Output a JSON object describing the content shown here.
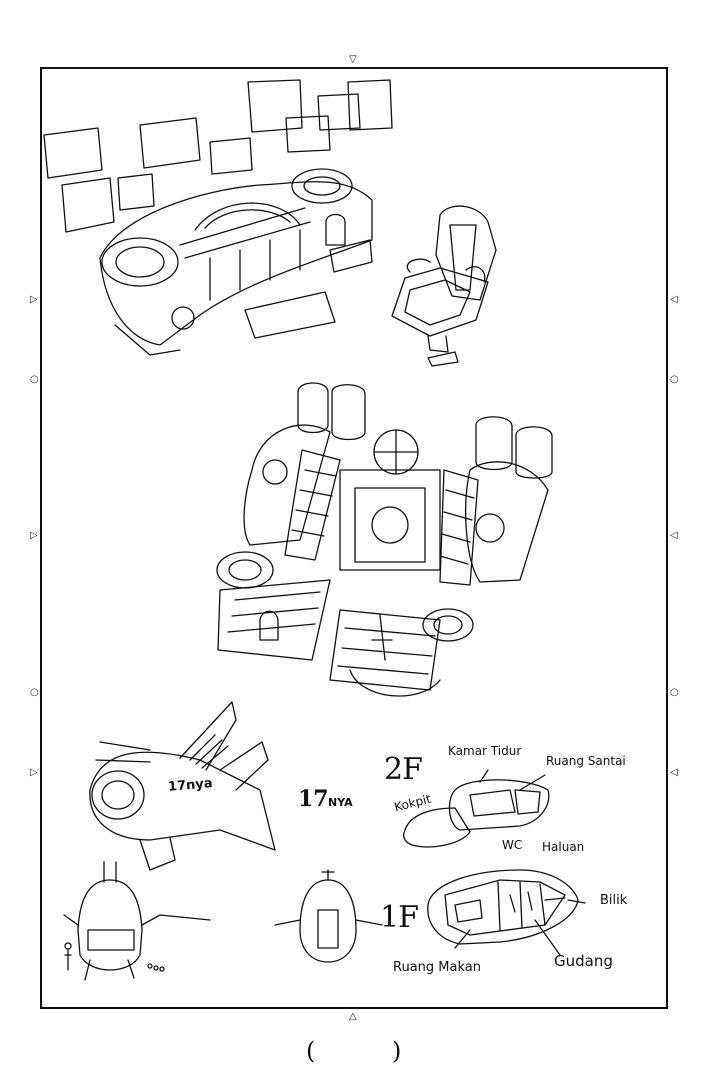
{
  "labels": {
    "floor_2": "2F",
    "floor_1": "1F",
    "kamar_tidur": "Kamar Tidur",
    "ruang_santai": "Ruang Santai",
    "kokpit": "Kokpit",
    "wc": "WC",
    "haluan": "Haluan",
    "bilik": "Bilik",
    "gudang": "Gudang",
    "ruang_makan": "Ruang Makan"
  },
  "logo": {
    "big": "17",
    "small": "NYA"
  },
  "ship_side_text": "17nya",
  "page_number": {
    "open": "(",
    "close": ")"
  },
  "marks": {
    "triangle_down": "▽",
    "triangle_up": "△",
    "triangle_right": "▷",
    "triangle_left": "◁",
    "circle": "○"
  }
}
